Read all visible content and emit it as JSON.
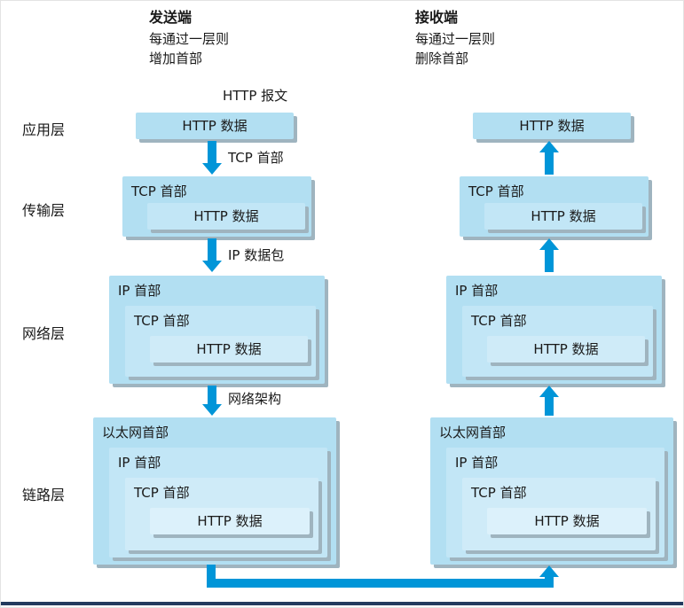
{
  "header": {
    "sender": {
      "title": "发送端",
      "line1": "每通过一层则",
      "line2": "增加首部"
    },
    "receiver": {
      "title": "接收端",
      "line1": "每通过一层则",
      "line2": "删除首部"
    }
  },
  "layers": {
    "application": "应用层",
    "transport": "传输层",
    "network": "网络层",
    "link": "链路层"
  },
  "box_labels": {
    "http_data": "HTTP 数据",
    "tcp_header": "TCP 首部",
    "ip_header": "IP 首部",
    "eth_header": "以太网首部"
  },
  "flow_labels": {
    "http_message": "HTTP 报文",
    "tcp_header": "TCP 首部",
    "ip_packet": "IP 数据包",
    "network_arch": "网络架构"
  },
  "colors": {
    "box_fill": "#b2dff2",
    "box_fill_inner": "#dcf1fb",
    "box_shadow": "#9fb4bf",
    "arrow": "#0095d8",
    "baseline": "#223a5e"
  }
}
